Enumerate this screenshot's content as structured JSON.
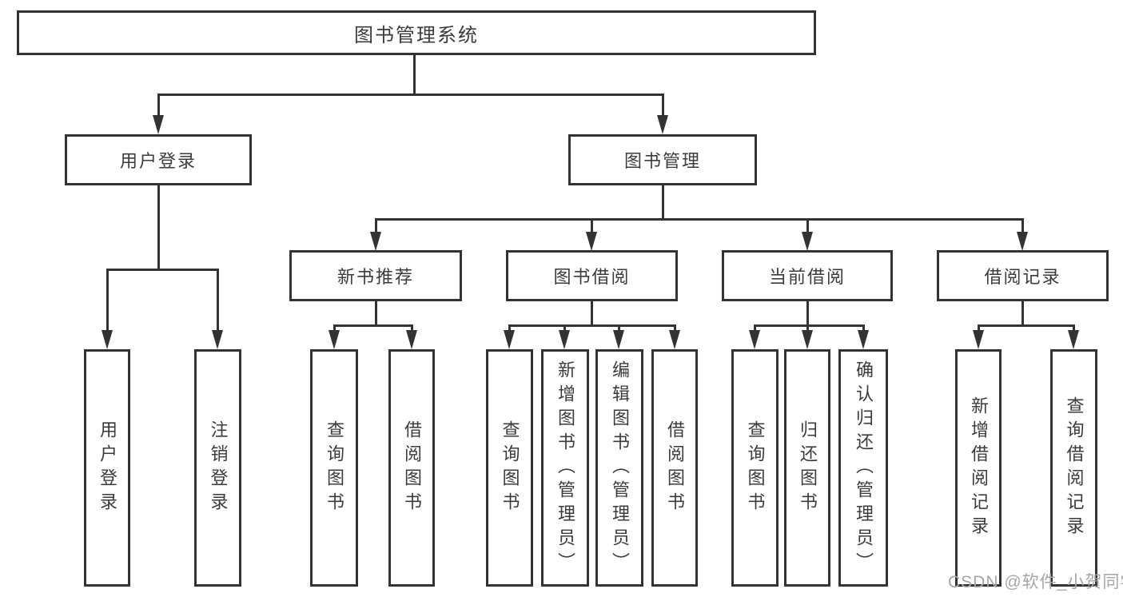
{
  "tree": {
    "label": "图书管理系统",
    "children": [
      {
        "label": "用户登录",
        "children": [
          {
            "label": "用户登录"
          },
          {
            "label": "注销登录"
          }
        ]
      },
      {
        "label": "图书管理",
        "children": [
          {
            "label": "新书推荐",
            "children": [
              {
                "label": "查询图书"
              },
              {
                "label": "借阅图书"
              }
            ]
          },
          {
            "label": "图书借阅",
            "children": [
              {
                "label": "查询图书"
              },
              {
                "label": "新增图书（管理员）"
              },
              {
                "label": "编辑图书（管理员）"
              },
              {
                "label": "借阅图书"
              }
            ]
          },
          {
            "label": "当前借阅",
            "children": [
              {
                "label": "查询图书"
              },
              {
                "label": "归还图书"
              },
              {
                "label": "确认归还（管理员）"
              }
            ]
          },
          {
            "label": "借阅记录",
            "children": [
              {
                "label": "新增借阅记录"
              },
              {
                "label": "查询借阅记录"
              }
            ]
          }
        ]
      }
    ]
  },
  "watermark": "CSDN @软件_小贺同学",
  "colors": {
    "line": "#333333",
    "text": "#3b3b3b",
    "watermark": "#a6a6a6",
    "background": "#ffffff"
  }
}
